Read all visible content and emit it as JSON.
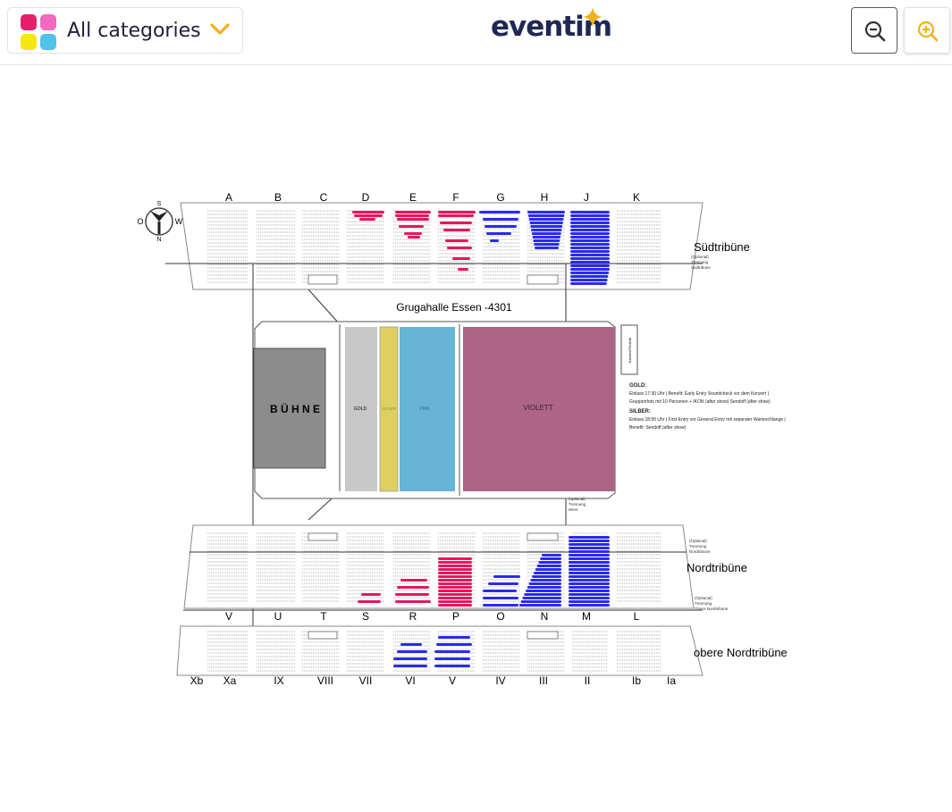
{
  "header": {
    "category_select": {
      "label": "All categories",
      "icon": "category-grid-icon",
      "chevron": "chevron-down-icon"
    },
    "logo_text": "eventim",
    "zoom_out": {
      "icon": "zoom-out-icon"
    },
    "zoom_in": {
      "icon": "zoom-in-icon"
    },
    "colors": {
      "accent": "#f0b020",
      "logo": "#1f2855",
      "tile_pink": "#e5206a",
      "tile_light_pink": "#f06bbf",
      "tile_yellow": "#f7e617",
      "tile_cyan": "#4fc3e8"
    }
  },
  "seatmap": {
    "venue_title": "Grugahalle Essen -4301",
    "compass": {
      "n": "S",
      "w": "O",
      "e": "W",
      "s": "N"
    },
    "upper_labels": [
      "A",
      "B",
      "C",
      "D",
      "E",
      "F",
      "G",
      "H",
      "J",
      "K"
    ],
    "north_labels": [
      "V",
      "U",
      "T",
      "S",
      "R",
      "P",
      "O",
      "N",
      "M",
      "L"
    ],
    "top_labels": [
      "Xb",
      "Xa",
      "IX",
      "VIII",
      "VII",
      "VI",
      "V",
      "IV",
      "III",
      "II",
      "Ib",
      "Ia"
    ],
    "stands": {
      "south": "Südtribüne",
      "north": "Nordtribüne",
      "upper_north": "obere Nordtribüne"
    },
    "floor": {
      "stage": "B Ü H N E",
      "gold": "GOLD",
      "silber": "SILBER",
      "pink": "PINK",
      "violett": "VIOLETT",
      "mixer": "Kamera/Technik"
    },
    "notes": {
      "south_sep": [
        "(Optional)",
        "Trennung",
        "Südtribüne"
      ],
      "north_sep_top": [
        "(Optional)",
        "Trennung",
        "Nordtribüne"
      ],
      "north_sep_bottom": [
        "(Optional)",
        "Trennung",
        "Obere Nordtribüne"
      ],
      "west_sep": [
        "(optional)",
        "Trennung",
        "West"
      ]
    },
    "legend": {
      "gold_head": "GOLD:",
      "gold_line1": "Einlass 17:30 Uhr | Benefit: Early Entry Soundcheck vor dem Konzert |",
      "gold_line2": "Gruppenfoto mit 10 Personen + IKON (after show) Sendoff (after show)",
      "silber_head": "SILBER:",
      "silber_line1": "Einlass 18:00 Uhr | First Entry vor General Entry mit separater Warteschlange |",
      "silber_line2": "Benefit: Sendoff (after show)"
    },
    "colors": {
      "pink_seat": "#e8165d",
      "blue_seat": "#2a2af0",
      "stage": "#8c8c8c",
      "gold": "#c8c8c8",
      "silber": "#ddd060",
      "pink_zone": "#66b5d6",
      "violett": "#ac6585"
    }
  }
}
